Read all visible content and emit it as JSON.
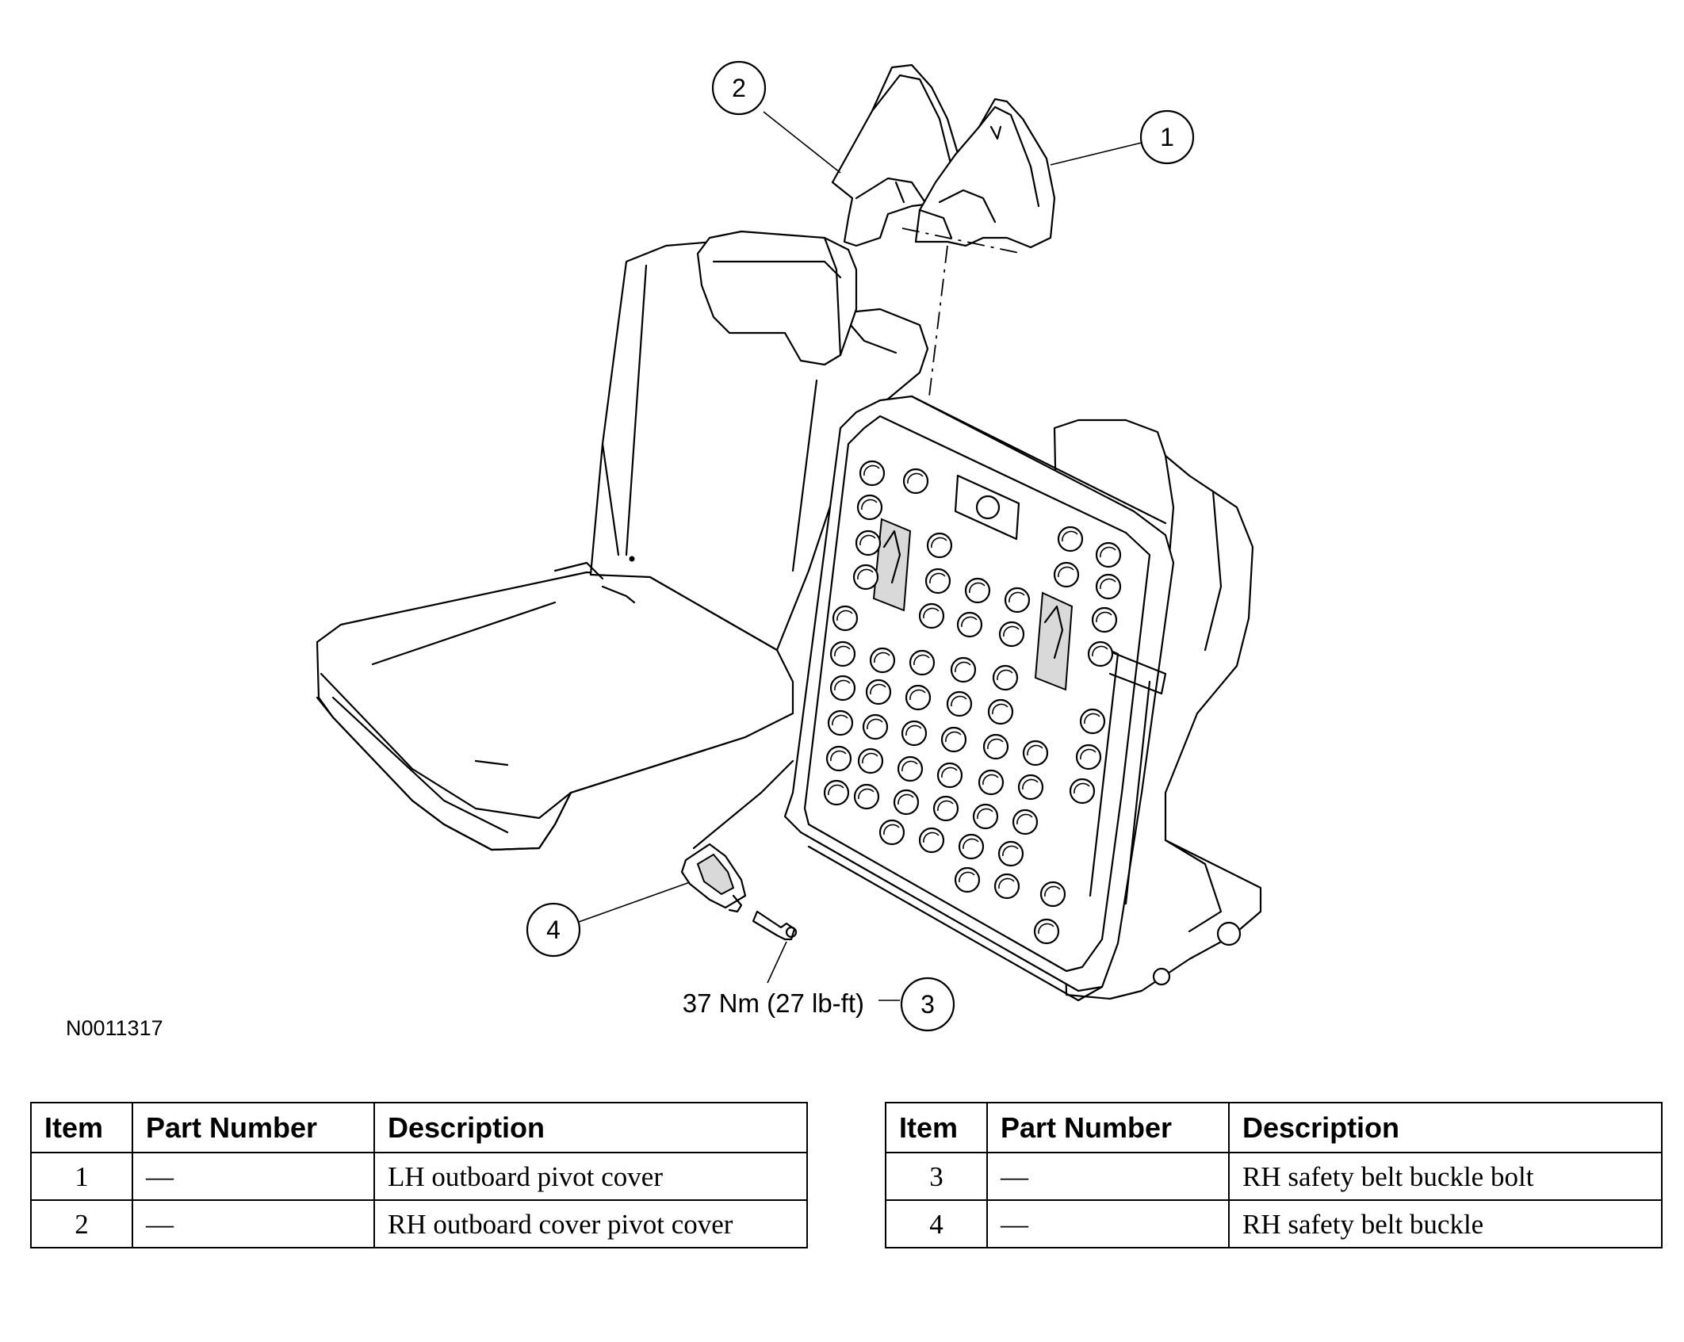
{
  "figure_id": "N0011317",
  "callouts": [
    "1",
    "2",
    "3",
    "4"
  ],
  "torque_label": "37 Nm (27 lb-ft)",
  "table_headers": {
    "item": "Item",
    "part_number": "Part Number",
    "description": "Description"
  },
  "parts_left": [
    {
      "item": "1",
      "part_number": "—",
      "description": "LH outboard pivot cover"
    },
    {
      "item": "2",
      "part_number": "—",
      "description": "RH outboard cover pivot cover"
    }
  ],
  "parts_right": [
    {
      "item": "3",
      "part_number": "—",
      "description": "RH safety belt buckle bolt"
    },
    {
      "item": "4",
      "part_number": "—",
      "description": "RH safety belt buckle"
    }
  ]
}
